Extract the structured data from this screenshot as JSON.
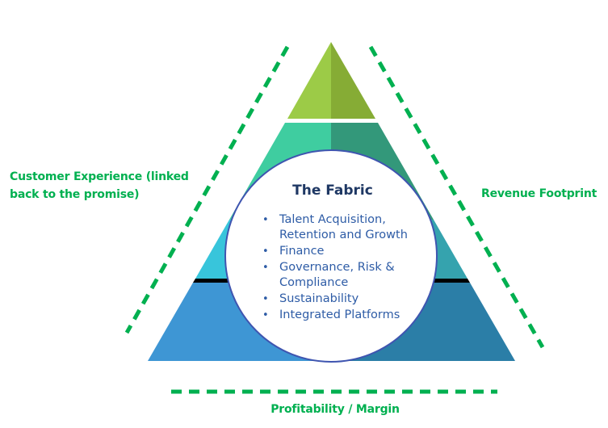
{
  "labels": {
    "left": "Customer Experience (linked back to the promise)",
    "right": "Revenue Footprint",
    "bottom": "Profitability / Margin"
  },
  "circle": {
    "title": "The Fabric",
    "items": [
      "Talent Acquisition, Retention and Growth",
      "Finance",
      "Governance, Risk & Compliance",
      "Sustainability",
      "Integrated Platforms"
    ]
  },
  "colors": {
    "accent_green": "#00B050",
    "title_navy": "#1F3864",
    "list_blue": "#2E5CA6",
    "circle_fill": "#FFFFFF",
    "circle_border": "#3F55B0",
    "layer1_left": "#9CCB47",
    "layer1_right": "#86AC35",
    "layer2_left": "#3FCDA0",
    "layer2_right": "#33987A",
    "layer3_left": "#38C5DB",
    "layer3_right": "#35A3AE",
    "layer4_left": "#3E96D4",
    "layer4_right": "#2B7EA7",
    "divider": "#000000"
  }
}
